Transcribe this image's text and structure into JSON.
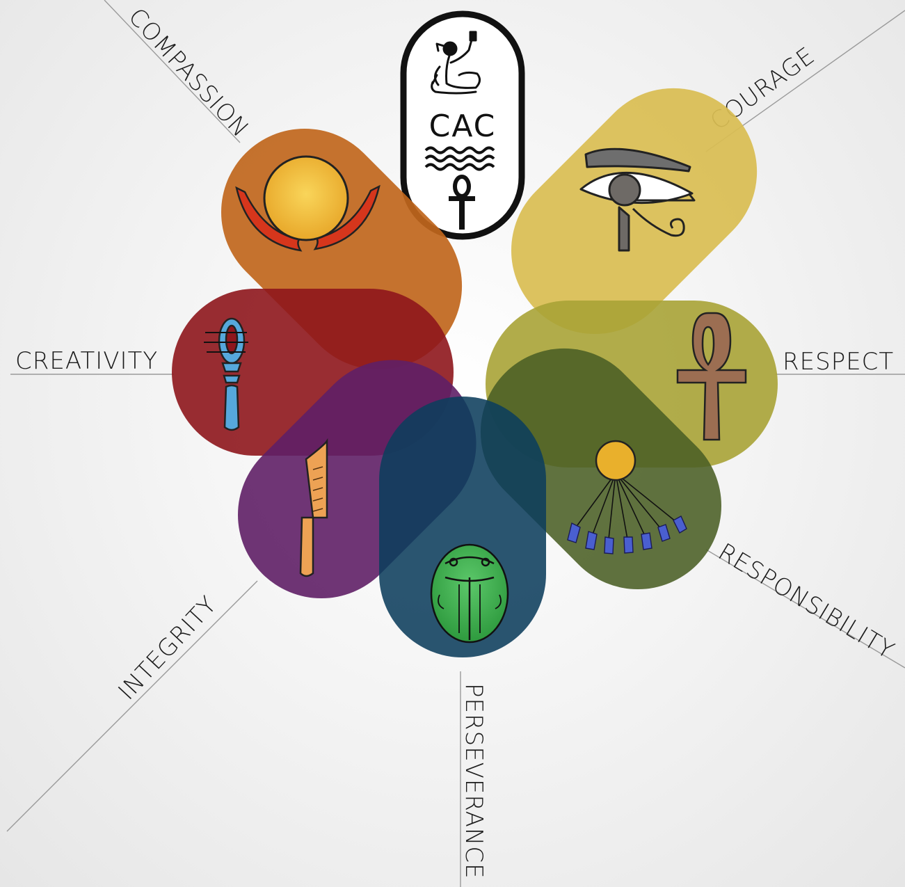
{
  "cartouche_text": "CAC",
  "values": [
    {
      "key": "compassion",
      "label": "COMPASSION",
      "color": "#c0661c"
    },
    {
      "key": "courage",
      "label": "COURAGE",
      "color": "#d9bd53"
    },
    {
      "key": "creativity",
      "label": "CREATIVITY",
      "color": "#8e161c"
    },
    {
      "key": "respect",
      "label": "RESPECT",
      "color": "#a9a336"
    },
    {
      "key": "integrity",
      "label": "INTEGRITY",
      "color": "#5f1f66"
    },
    {
      "key": "perseverance",
      "label": "PERSEVERANCE",
      "color": "#0c3d5c"
    },
    {
      "key": "responsibility",
      "label": "RESPONSIBILITY",
      "color": "#4a5f24"
    }
  ],
  "icons": {
    "compassion": "sun-disk-with-horns-icon",
    "courage": "eye-of-horus-icon",
    "creativity": "lotus-scepter-icon",
    "respect": "ankh-icon",
    "integrity": "feather-blade-icon",
    "perseverance": "scarab-icon",
    "responsibility": "aten-rays-icon"
  }
}
